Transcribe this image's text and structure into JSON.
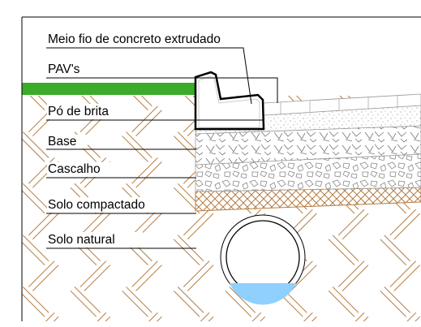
{
  "labels": {
    "curb": "Meio fio de concreto extrudado",
    "pavers": "PAV's",
    "stone_dust": "Pó de brita",
    "base": "Base",
    "gravel": "Cascalho",
    "compacted_soil": "Solo compactado",
    "natural_soil": "Solo natural"
  },
  "colors": {
    "grass": "#3aac2a",
    "soil_hatch": "#b47c43",
    "water": "#8fd0ff",
    "outline": "#000000"
  }
}
